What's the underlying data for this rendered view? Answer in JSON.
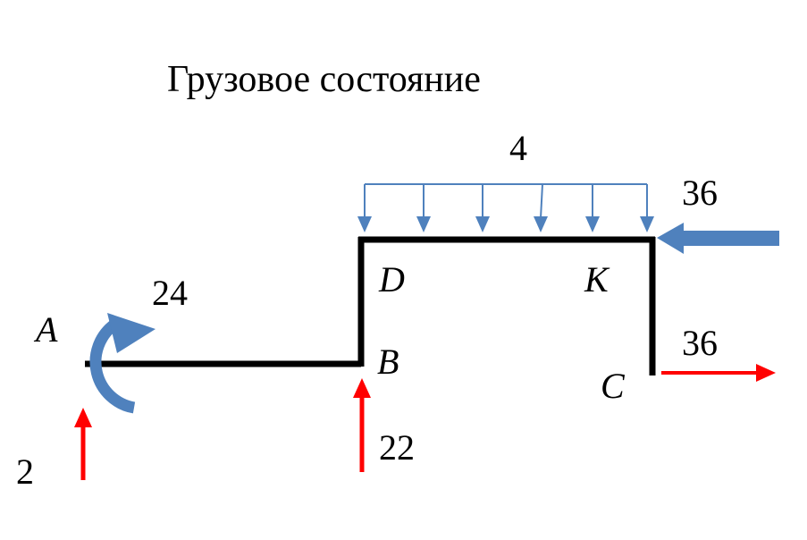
{
  "title": "Грузовое состояние",
  "points": {
    "A": "A",
    "B": "B",
    "C": "C",
    "D": "D",
    "K": "K"
  },
  "loads": {
    "distributed_q": "4",
    "horizontal_force_top": "36",
    "horizontal_force_bottom": "36",
    "moment_A": "24",
    "reaction_A": "2",
    "reaction_B": "22"
  },
  "colors": {
    "frame": "#000000",
    "applied_load": "#4f81bd",
    "reaction": "#ff0000"
  }
}
